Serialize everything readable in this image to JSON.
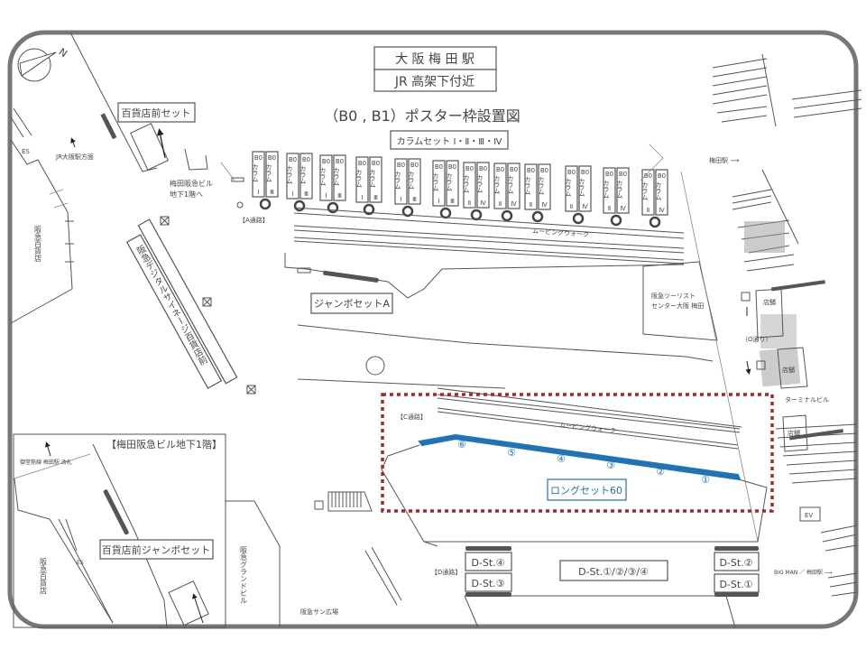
{
  "title": {
    "line1": "大 阪 梅 田 駅",
    "line2": "JR 高架下付近"
  },
  "subtitle": "（B0 , B1）ポスター枠設置図",
  "column_set_label": "カラムセット Ⅰ・Ⅱ・Ⅲ・Ⅳ",
  "column_text": {
    "size": "B0",
    "name": "カラム"
  },
  "columns": [
    {
      "left": "Ⅰ",
      "right": "Ⅲ"
    },
    {
      "left": "Ⅰ",
      "right": "Ⅲ"
    },
    {
      "left": "Ⅰ",
      "right": "Ⅲ"
    },
    {
      "left": "Ⅰ",
      "right": "Ⅲ"
    },
    {
      "left": "Ⅰ",
      "right": "Ⅲ"
    },
    {
      "left": "Ⅰ",
      "right": "Ⅲ"
    },
    {
      "left": "Ⅱ",
      "right": "Ⅳ"
    },
    {
      "left": "Ⅱ",
      "right": "Ⅳ"
    },
    {
      "left": "Ⅱ",
      "right": "Ⅳ"
    },
    {
      "left": "Ⅱ",
      "right": "Ⅳ"
    },
    {
      "left": "Ⅱ",
      "right": "Ⅳ"
    },
    {
      "left": "Ⅱ",
      "right": "Ⅳ"
    }
  ],
  "labels": {
    "dept_front_set": "百貨店前セット",
    "es": "ES",
    "jr_osaka": "JR大阪駅方面",
    "umeda_hankyu_b1_1": "梅田阪急ビル",
    "umeda_hankyu_b1_2": "地下1階へ",
    "hankyu_dept": "阪急百貨店",
    "digital_signage": "阪急デジタルサイネージ百貨店前",
    "a_passage": "【A通路】",
    "moving_walk": "ムービングウォーク",
    "jumbo_a": "ジャンボセットA",
    "tourist_center_1": "阪急ツーリスト",
    "tourist_center_2": "センター大阪 梅田",
    "o_street": "（O通り）",
    "umeda_station_arrow": "梅田駅 ⟶",
    "shop": "店舗",
    "terminal_bldg": "ターミナルビル",
    "ev": "EV",
    "c_passage": "【C通路】",
    "long_set": "ロングセット60",
    "inset_title": "【梅田阪急ビル地下1階】",
    "midosuji": "御堂筋線 梅田駅 改札",
    "dept_front_jumbo": "百貨店前ジャンボセット",
    "grand_bldg": "阪急グランドビル",
    "sun_plaza": "阪急サン広場",
    "d_passage": "【D通路】",
    "big_man": "BIG MAN ／ 梅田駅 ⟶",
    "compass_n": "N"
  },
  "long_set_positions": [
    "⑥",
    "⑤",
    "④",
    "③",
    "②",
    "①"
  ],
  "d_stations": {
    "d4": "D-St.④",
    "d3": "D-St.③",
    "all": "D-St.①/②/③/④",
    "d2": "D-St.②",
    "d1": "D-St.①"
  },
  "colors": {
    "highlight": "#b22222",
    "long_set": "#1f73b7",
    "frame": "#777777"
  }
}
